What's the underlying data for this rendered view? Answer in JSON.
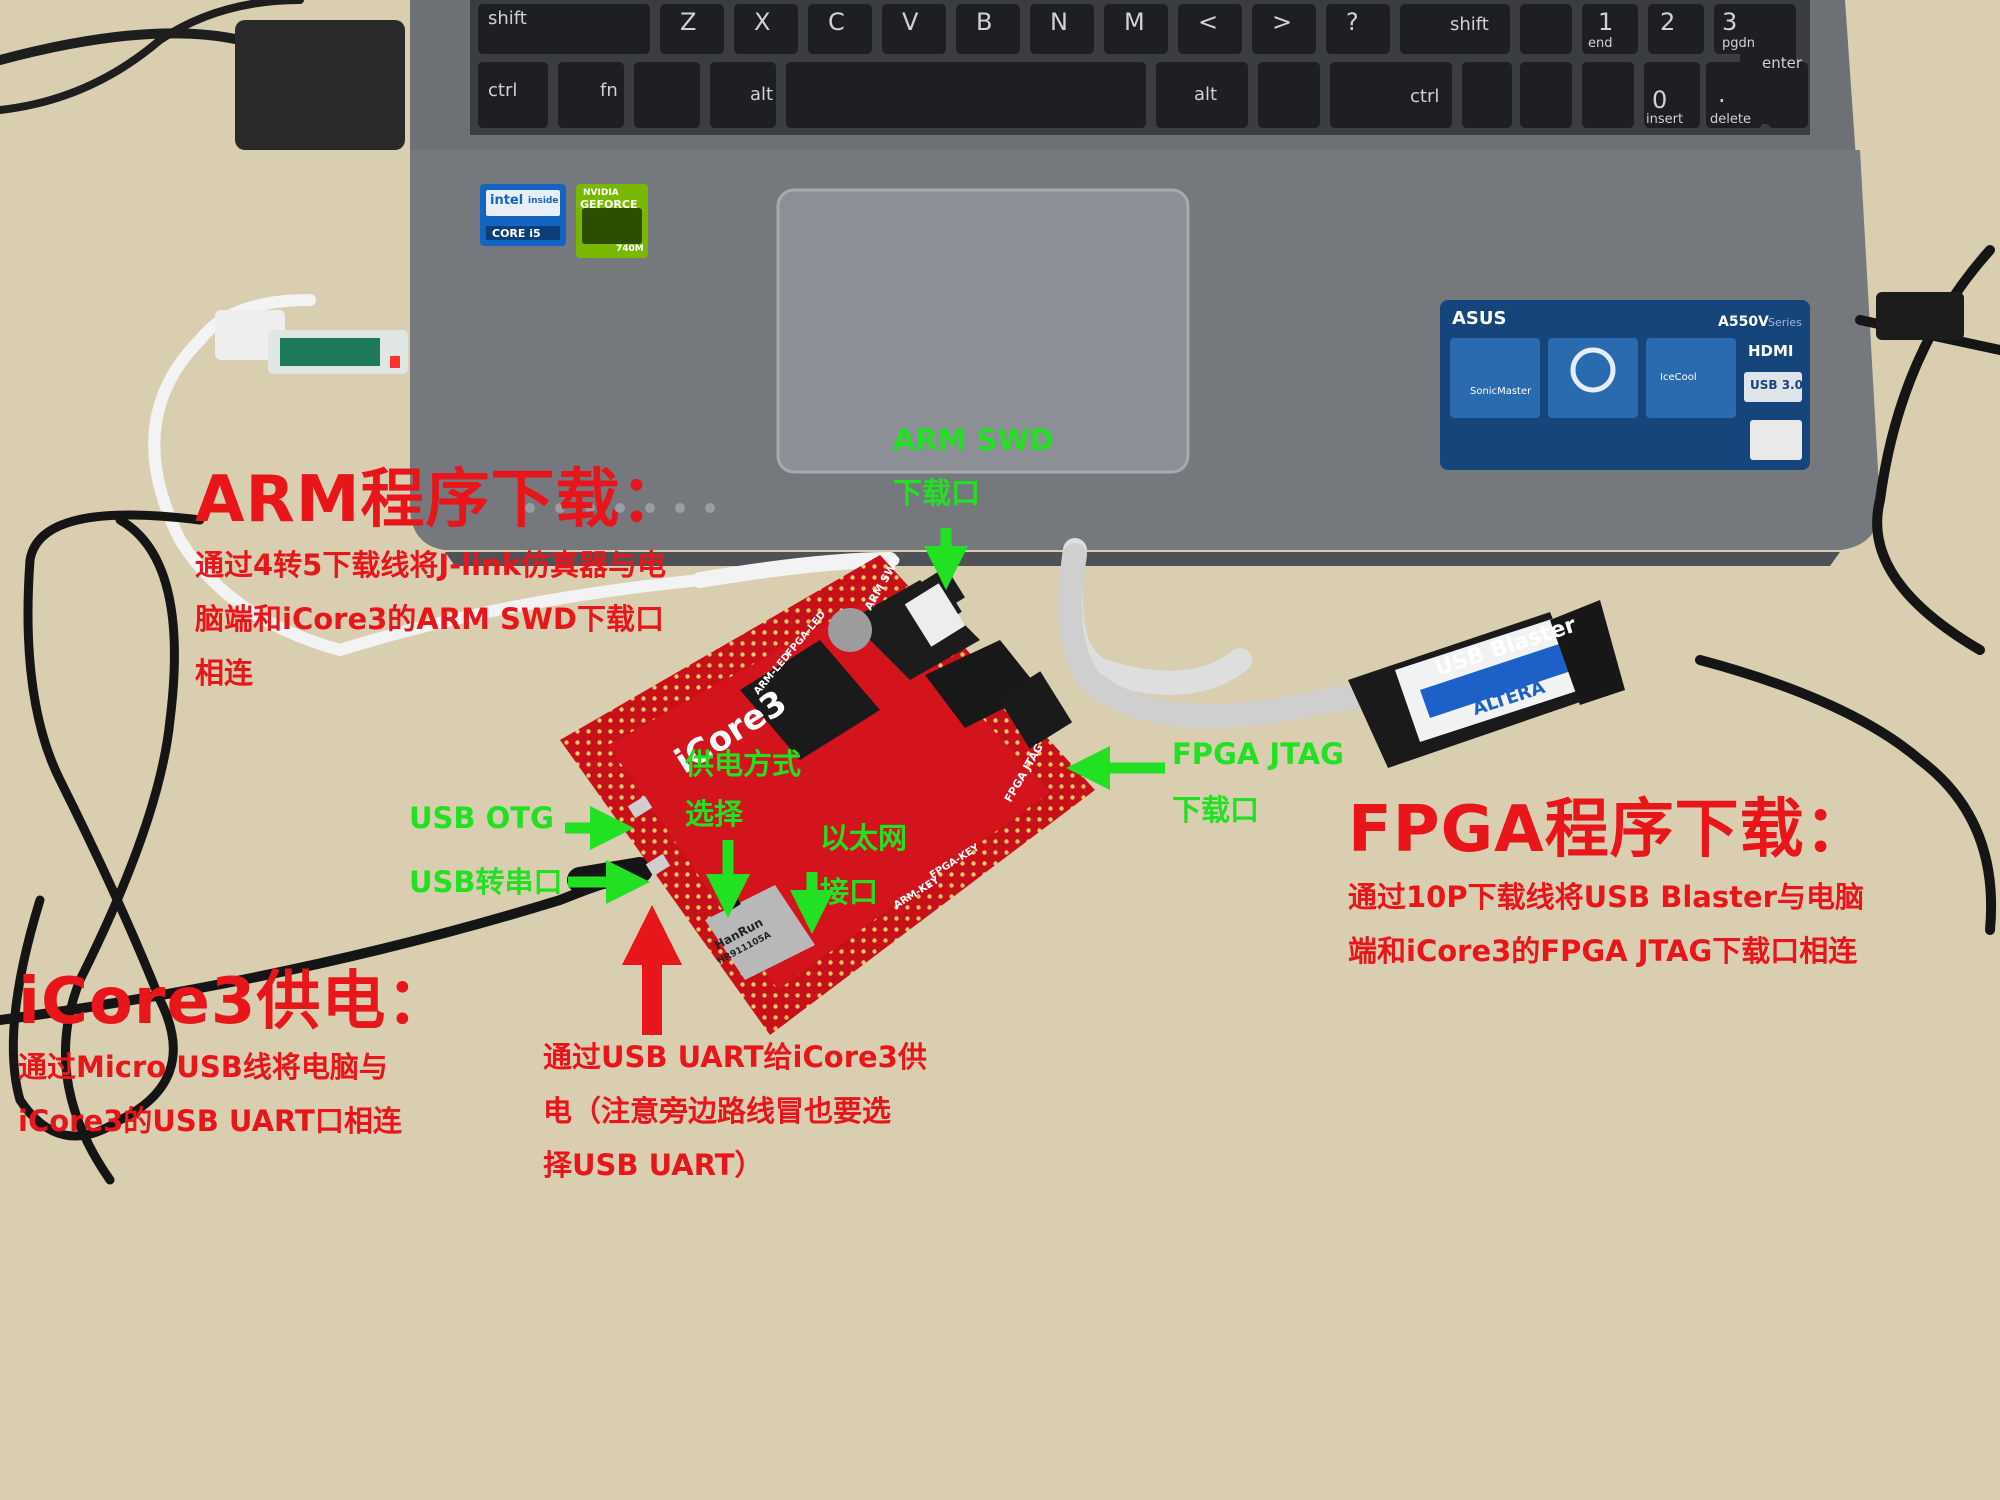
{
  "colors": {
    "annotation_red": "#e8151b",
    "annotation_green": "#22e022",
    "table": "#d9cfb0",
    "laptop_body": "#6f7378",
    "board_red": "#d4141c"
  },
  "keyboard": {
    "row1": [
      "shift",
      "Z",
      "X",
      "C",
      "V",
      "B",
      "N",
      "M",
      "<",
      ">",
      "?",
      "shift",
      "1",
      "2",
      "3"
    ],
    "row1_sub": [
      "end",
      "pgdn",
      "enter"
    ],
    "row2": [
      "ctrl",
      "fn",
      "alt",
      "alt",
      "ctrl",
      "0",
      "."
    ],
    "row2_sub": [
      "insert",
      "delete"
    ]
  },
  "badges": {
    "intel": [
      "intel",
      "inside",
      "CORE i5"
    ],
    "nvidia": [
      "NVIDIA",
      "GEFORCE",
      "740M"
    ]
  },
  "asus_sticker": {
    "brand": "ASUS",
    "model": "A550V",
    "series": "Series",
    "hdmi": "HDMI",
    "usb": "USB 3.0",
    "features": [
      "SonicMaster",
      "IceCool"
    ]
  },
  "usb_blaster": {
    "label": "USB Blaster",
    "brand": "ALTERA"
  },
  "board": {
    "name": "iCore3",
    "labels": [
      "ARM SWD",
      "FPGA JTAG",
      "ARM-LED",
      "FPGA-LED",
      "ARM-KEY",
      "FPGA-KEY",
      "HanRun",
      "HR911105A"
    ]
  },
  "annotations": {
    "arm": {
      "title": "ARM程序下载：",
      "lines": [
        "通过4转5下载线将J-link仿真器与电",
        "脑端和iCore3的ARM SWD下载口",
        "相连"
      ]
    },
    "fpga": {
      "title": "FPGA程序下载：",
      "lines": [
        "通过10P下载线将USB Blaster与电脑",
        "端和iCore3的FPGA JTAG下载口相连"
      ]
    },
    "power": {
      "title": "iCore3供电：",
      "lines": [
        "通过Micro USB线将电脑与",
        "iCore3的USB UART口相连"
      ]
    },
    "uart": {
      "lines": [
        "通过USB UART给iCore3供",
        "电（注意旁边路线冒也要选",
        "择USB UART）"
      ]
    },
    "arm_swd": [
      "ARM SWD",
      "下载口"
    ],
    "fpga_jtag": [
      "FPGA JTAG",
      "下载口"
    ],
    "usb_otg": "USB OTG",
    "usb_serial": "USB转串口",
    "power_select": [
      "供电方式",
      "选择"
    ],
    "ethernet": [
      "以太网",
      "接口"
    ]
  }
}
